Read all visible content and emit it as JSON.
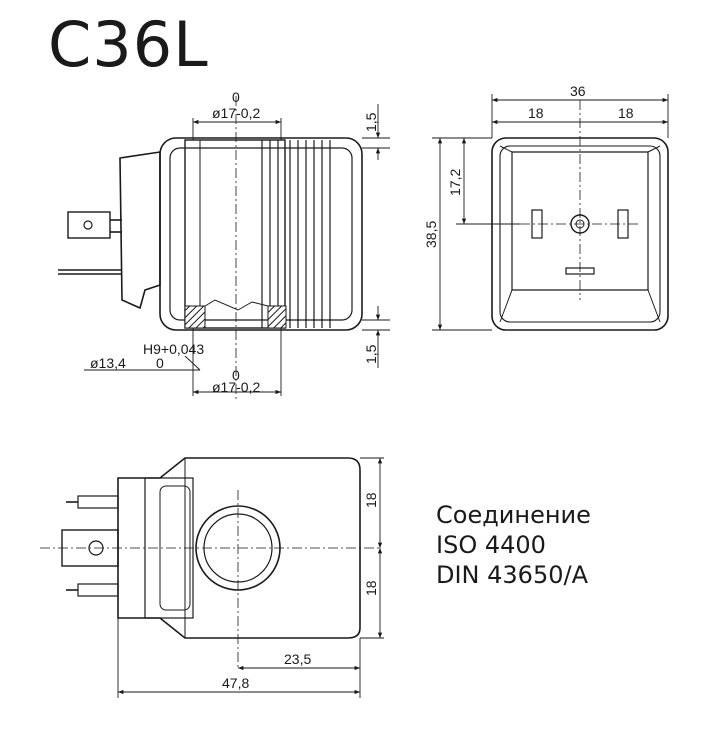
{
  "title": "C36L",
  "connection": {
    "line1": "Соединение",
    "line2": "ISO 4400",
    "line3": "DIN 43650/A"
  },
  "dimensions": {
    "top_tol_upper": "0",
    "top_bore": "ø17-0,2",
    "flange_top": "1,5",
    "width_total": "36",
    "half_left": "18",
    "half_right": "18",
    "pin_height": "17,2",
    "height_total": "38,5",
    "bore_fit": "H9+0,043",
    "bore_dia": "ø13,4",
    "bore_tol_lower": "0",
    "flange_bottom": "1,5",
    "bottom_tol_upper": "0",
    "bottom_bore": "ø17-0,2",
    "bottom_half_upper": "18",
    "bottom_half_lower": "18",
    "axis_offset": "23,5",
    "length_total": "47,8"
  }
}
